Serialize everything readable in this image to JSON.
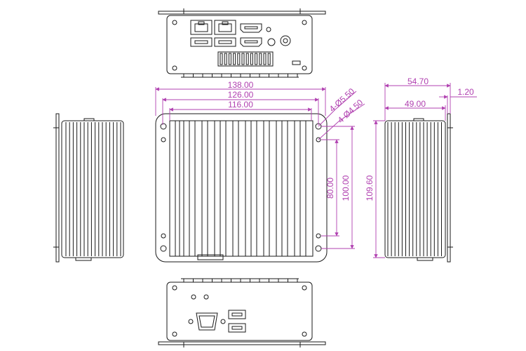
{
  "colors": {
    "outline": "#1a1a1a",
    "dimension": "#b040b0",
    "background": "#ffffff"
  },
  "dimensions": {
    "width_138": "138.00",
    "width_126": "126.00",
    "width_116": "116.00",
    "hole_large": "4-Ø5.50",
    "hole_small": "4-Ø4.50",
    "height_80": "80.00",
    "height_100": "100.00",
    "height_109": "109.60",
    "depth_54": "54.70",
    "flange_1": "1.20",
    "depth_49": "49.00"
  },
  "views": {
    "front": [
      "rj45-port",
      "rj45-port",
      "hdmi-port",
      "hdmi-port",
      "usb-port",
      "usb-port",
      "audio-jack",
      "dc-power-jack",
      "antenna-connector",
      "sim-slot"
    ],
    "back": [
      "vga-db15-port",
      "usb-port",
      "usb-port",
      "led-indicator",
      "led-indicator"
    ]
  }
}
